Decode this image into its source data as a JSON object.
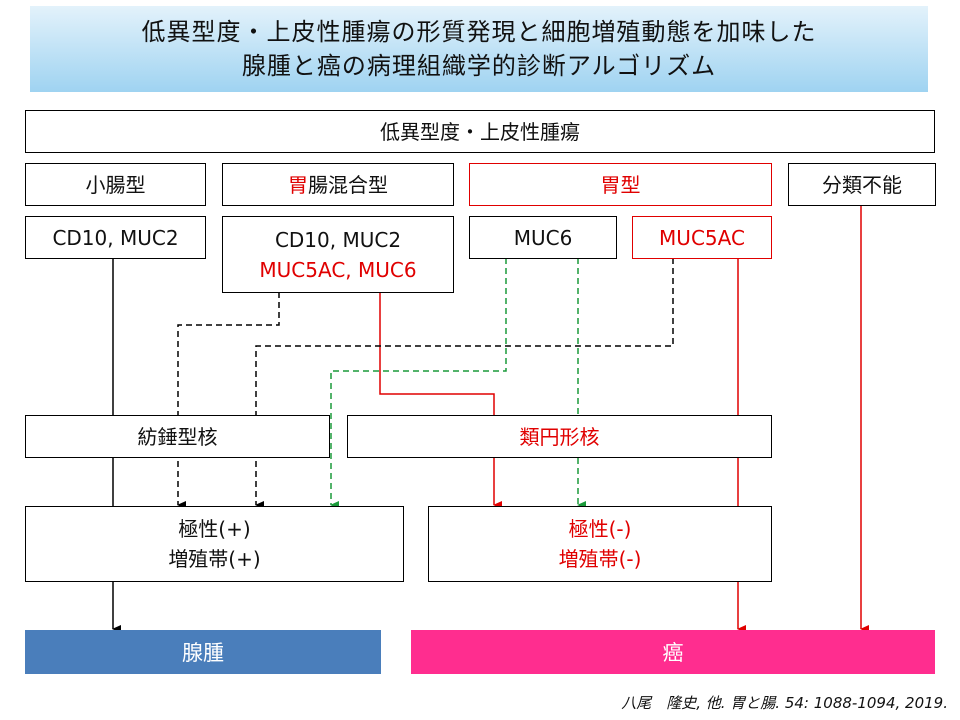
{
  "title": {
    "line1": "低異型度・上皮性腫瘍の形質発現と細胞増殖動態を加味した",
    "line2": "腺腫と癌の病理組織学的診断アルゴリズム"
  },
  "top_box": "低異型度・上皮性腫瘍",
  "categories": {
    "small_intestinal": "小腸型",
    "mixed": "胃腸混合型",
    "gastric": "胃型",
    "unclassifiable": "分類不能"
  },
  "markers": {
    "small_intestinal": "CD10, MUC2",
    "mixed_line1": "CD10, MUC2",
    "mixed_line2": "MUC5AC, MUC6",
    "muc6": "MUC6",
    "muc5ac": "MUC5AC"
  },
  "nuclei": {
    "spindle": "紡錘型核",
    "round": "類円形核"
  },
  "polarity": {
    "positive_line1": "極性(+)",
    "positive_line2": "増殖帯(+)",
    "negative_line1": "極性(-)",
    "negative_line2": "増殖帯(-)"
  },
  "outcomes": {
    "adenoma": "腺腫",
    "cancer": "癌"
  },
  "citation": "八尾　隆史, 他. 胃と腸. 54: 1088-1094, 2019.",
  "colors": {
    "red": "#e00000",
    "green": "#1a9a3a",
    "adenoma_fill": "#4a7ebb",
    "cancer_fill": "#ff2d8f",
    "title_gradient_top": "#e3f2fb",
    "title_gradient_bottom": "#9fd3f1"
  }
}
